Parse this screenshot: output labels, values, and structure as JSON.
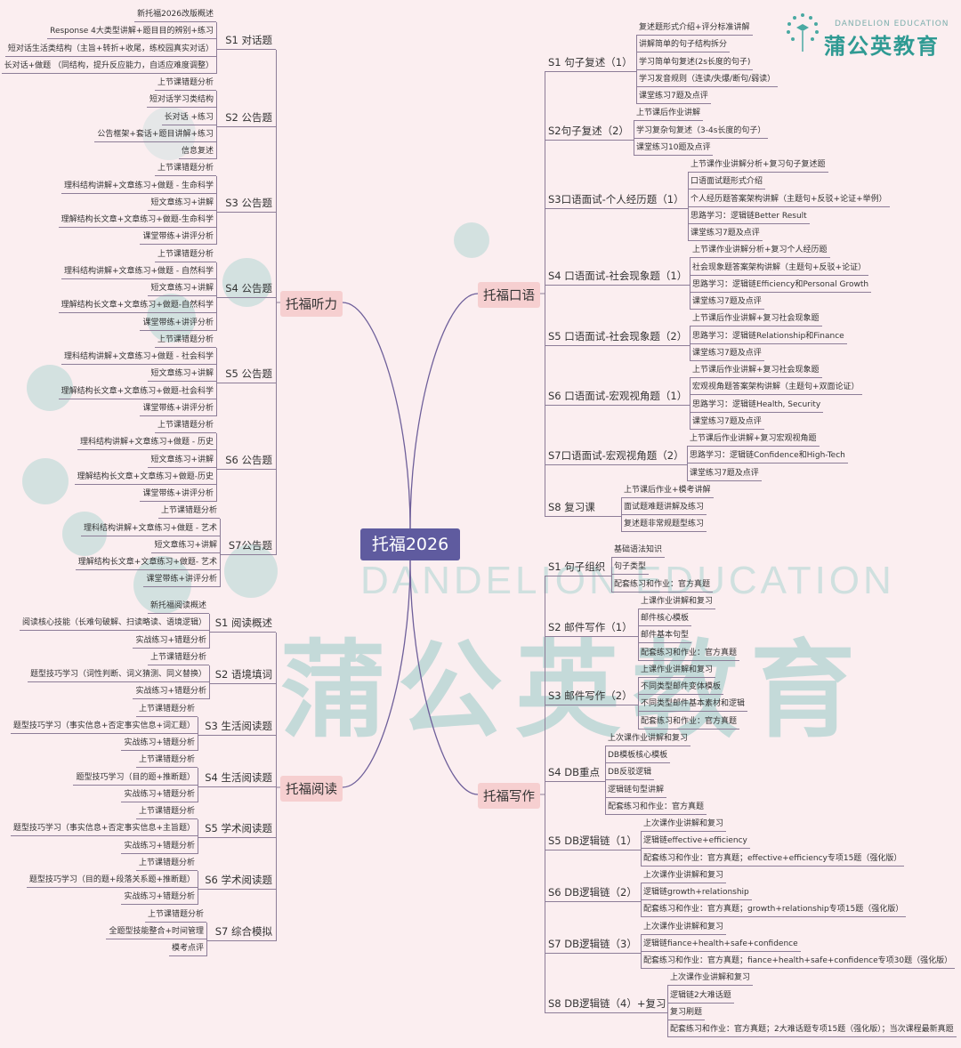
{
  "logo": {
    "en": "DANDELION EDUCATION",
    "cn": "蒲公英教育"
  },
  "watermark": {
    "en": "DANDELION EDUCATION",
    "cn": "蒲公英教育"
  },
  "center": "托福2026",
  "colors": {
    "background": "#fbeef0",
    "center": "#5f5b9f",
    "branch": "#f6cfd0",
    "line": "#8d7d98",
    "watermark": "#b7d6d4"
  },
  "branches": [
    {
      "label": "托福听力",
      "sessions": [
        {
          "label": "S1 对话题",
          "items": [
            "新托福2026改版概述",
            "Response 4大类型讲解+题目目的辨别+练习",
            "短对话生活类结构（主旨+转折+收尾，练校园真实对话）",
            "长对话+做题 （同结构，提升反应能力，自适应难度调整）"
          ]
        },
        {
          "label": "S2 公告题",
          "items": [
            "上节课错题分析",
            "短对话学习类结构",
            "长对话 +练习",
            "公告框架+套话+题目讲解+练习",
            "信息复述"
          ]
        },
        {
          "label": "S3 公告题",
          "items": [
            "上节课错题分析",
            "理科结构讲解+文章练习+做题 - 生命科学",
            "短文章练习+讲解",
            "理解结构长文章+文章练习+做题-生命科学",
            "课堂带练+讲评分析"
          ]
        },
        {
          "label": "S4 公告题",
          "items": [
            "上节课错题分析",
            "理科结构讲解+文章练习+做题 - 自然科学",
            "短文章练习+讲解",
            "理解结构长文章+文章练习+做题-自然科学",
            "课堂带练+讲评分析"
          ]
        },
        {
          "label": "S5 公告题",
          "items": [
            "上节课错题分析",
            "理科结构讲解+文章练习+做题 - 社会科学",
            "短文章练习+讲解",
            "理解结构长文章+文章练习+做题-社会科学",
            "课堂带练+讲评分析"
          ]
        },
        {
          "label": "S6 公告题",
          "items": [
            "上节课错题分析",
            "理科结构讲解+文章练习+做题 - 历史",
            "短文章练习+讲解",
            "理解结构长文章+文章练习+做题-历史",
            "课堂带练+讲评分析"
          ]
        },
        {
          "label": "S7公告题",
          "items": [
            "上节课错题分析",
            "理科结构讲解+文章练习+做题 - 艺术",
            "短文章练习+讲解",
            "理解结构长文章+文章练习+做题- 艺术",
            "课堂带练+讲评分析"
          ]
        }
      ]
    },
    {
      "label": "托福阅读",
      "sessions": [
        {
          "label": "S1 阅读概述",
          "items": [
            "新托福阅读概述",
            "阅读核心技能（长难句破解、扫读略读、语境逻辑）",
            "实战练习+错题分析"
          ]
        },
        {
          "label": "S2 语境填词",
          "items": [
            "上节课错题分析",
            "题型技巧学习（词性判断、词义猜测、同义替换）",
            "实战练习+错题分析"
          ]
        },
        {
          "label": "S3 生活阅读题",
          "items": [
            "上节课错题分析",
            "题型技巧学习（事实信息+否定事实信息+词汇题）",
            "实战练习+错题分析"
          ]
        },
        {
          "label": "S4 生活阅读题",
          "items": [
            "上节课错题分析",
            "题型技巧学习（目的题+推断题）",
            "实战练习+错题分析"
          ]
        },
        {
          "label": "S5 学术阅读题",
          "items": [
            "上节课错题分析",
            "题型技巧学习（事实信息+否定事实信息+主旨题）",
            "实战练习+错题分析"
          ]
        },
        {
          "label": "S6 学术阅读题",
          "items": [
            "上节课错题分析",
            "题型技巧学习（目的题+段落关系题+推断题）",
            "实战练习+错题分析"
          ]
        },
        {
          "label": "S7 综合模拟",
          "items": [
            "上节课错题分析",
            "全题型技能整合+时间管理",
            "模考点评"
          ]
        }
      ]
    },
    {
      "label": "托福口语",
      "sessions": [
        {
          "label": "S1 句子复述（1）",
          "items": [
            "复述题形式介绍+评分标准讲解",
            "讲解简单的句子结构拆分",
            "学习简单句复述(2s长度的句子)",
            "学习发音规则（连读/失爆/断句/弱读）",
            "课堂练习7题及点评"
          ]
        },
        {
          "label": "S2句子复述（2）",
          "items": [
            "上节课后作业讲解",
            "学习复杂句复述（3-4s长度的句子）",
            "课堂练习10题及点评"
          ]
        },
        {
          "label": "S3口语面试-个人经历题（1）",
          "items": [
            "上节课作业讲解分析+复习句子复述题",
            "口语面试题形式介绍",
            "个人经历题答案架构讲解（主题句+反驳+论证+举例）",
            "思路学习：逻辑链Better Result",
            "课堂练习7题及点评"
          ]
        },
        {
          "label": "S4 口语面试-社会现象题（1）",
          "items": [
            "上节课作业讲解分析+复习个人经历题",
            "社会现象题答案架构讲解（主题句+反驳+论证）",
            "思路学习：逻辑链Efficiency和Personal Growth",
            "课堂练习7题及点评"
          ]
        },
        {
          "label": "S5 口语面试-社会现象题（2）",
          "items": [
            "上节课后作业讲解+复习社会现象题",
            "思路学习：逻辑链Relationship和Finance",
            "课堂练习7题及点评"
          ]
        },
        {
          "label": "S6 口语面试-宏观视角题（1）",
          "items": [
            "上节课后作业讲解+复习社会现象题",
            "宏观视角题答案架构讲解（主题句+双面论证）",
            "思路学习：逻辑链Health, Security",
            "课堂练习7题及点评"
          ]
        },
        {
          "label": "S7口语面试-宏观视角题（2）",
          "items": [
            "上节课后作业讲解+复习宏观视角题",
            "思路学习：逻辑链Confidence和High-Tech",
            "课堂练习7题及点评"
          ]
        },
        {
          "label": "S8 复习课",
          "items": [
            "上节课后作业+模考讲解",
            "面试题难题讲解及练习",
            "复述题非常规题型练习"
          ]
        }
      ]
    },
    {
      "label": "托福写作",
      "sessions": [
        {
          "label": "S1 句子组织",
          "items": [
            "基础语法知识",
            "句子类型",
            "配套练习和作业：官方真题"
          ]
        },
        {
          "label": "S2 邮件写作（1）",
          "items": [
            "上课作业讲解和复习",
            "邮件核心模板",
            "邮件基本句型",
            "配套练习和作业：官方真题"
          ]
        },
        {
          "label": "S3 邮件写作（2）",
          "items": [
            "上课作业讲解和复习",
            "不同类型邮件变体模板",
            "不同类型邮件基本素材和逻辑",
            "配套练习和作业：官方真题"
          ]
        },
        {
          "label": "S4 DB重点",
          "items": [
            "上次课作业讲解和复习",
            "DB模板核心模板",
            "DB反驳逻辑",
            "逻辑链句型讲解",
            "配套练习和作业：官方真题"
          ]
        },
        {
          "label": "S5 DB逻辑链（1）",
          "items": [
            "上次课作业讲解和复习",
            "逻辑链effective+efficiency",
            "配套练习和作业：官方真题；effective+efficiency专项15题（强化版）"
          ]
        },
        {
          "label": "S6 DB逻辑链（2）",
          "items": [
            "上次课作业讲解和复习",
            "逻辑链growth+relationship",
            "配套练习和作业：官方真题；growth+relationship专项15题（强化版）"
          ]
        },
        {
          "label": "S7 DB逻辑链（3）",
          "items": [
            "上次课作业讲解和复习",
            "逻辑链fiance+health+safe+confidence",
            "配套练习和作业：官方真题；fiance+health+safe+confidence专项30题（强化版）"
          ]
        },
        {
          "label": "S8 DB逻辑链（4）+复习",
          "items": [
            "上次课作业讲解和复习",
            "逻辑链2大难话题",
            "复习刷题",
            "配套练习和作业：官方真题；2大难话题专项15题（强化版）；当次课程最新真题"
          ]
        }
      ]
    }
  ]
}
